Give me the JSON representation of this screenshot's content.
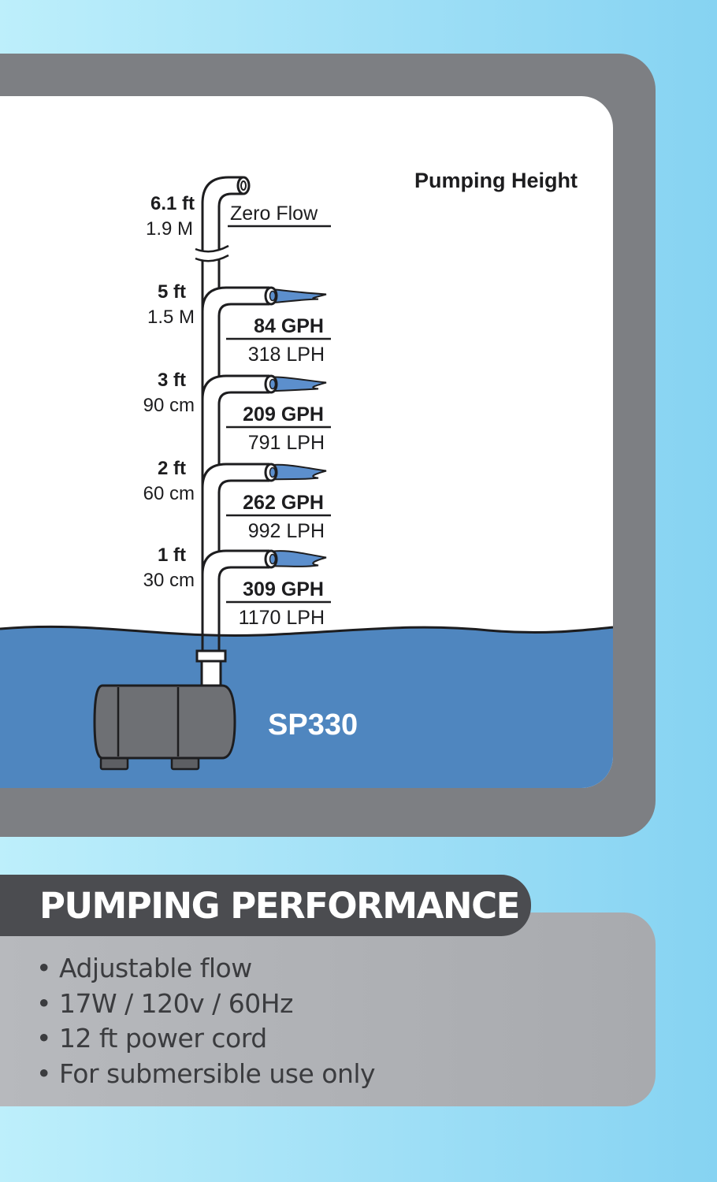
{
  "diagram": {
    "title": "Pumping Height",
    "model": "SP330",
    "top": {
      "height_ft": "6.1 ft",
      "height_metric": "1.9 M",
      "flow_label": "Zero Flow"
    },
    "levels": [
      {
        "height_ft": "5 ft",
        "height_metric": "1.5 M",
        "gph": "84 GPH",
        "lph": "318 LPH"
      },
      {
        "height_ft": "3 ft",
        "height_metric": "90 cm",
        "gph": "209 GPH",
        "lph": "791 LPH"
      },
      {
        "height_ft": "2 ft",
        "height_metric": "60 cm",
        "gph": "262 GPH",
        "lph": "992 LPH"
      },
      {
        "height_ft": "1 ft",
        "height_metric": "30 cm",
        "gph": "309 GPH",
        "lph": "1170 LPH"
      }
    ],
    "colors": {
      "water": "#4f86bf",
      "spray": "#5c8fcd",
      "pump": "#6e7074",
      "frame": "#7d7f83"
    }
  },
  "performance": {
    "title": "PUMPING PERFORMANCE",
    "features": [
      "• Adjustable flow",
      "• 17W / 120v / 60Hz",
      "• 12 ft power cord",
      "• For submersible use only"
    ]
  }
}
